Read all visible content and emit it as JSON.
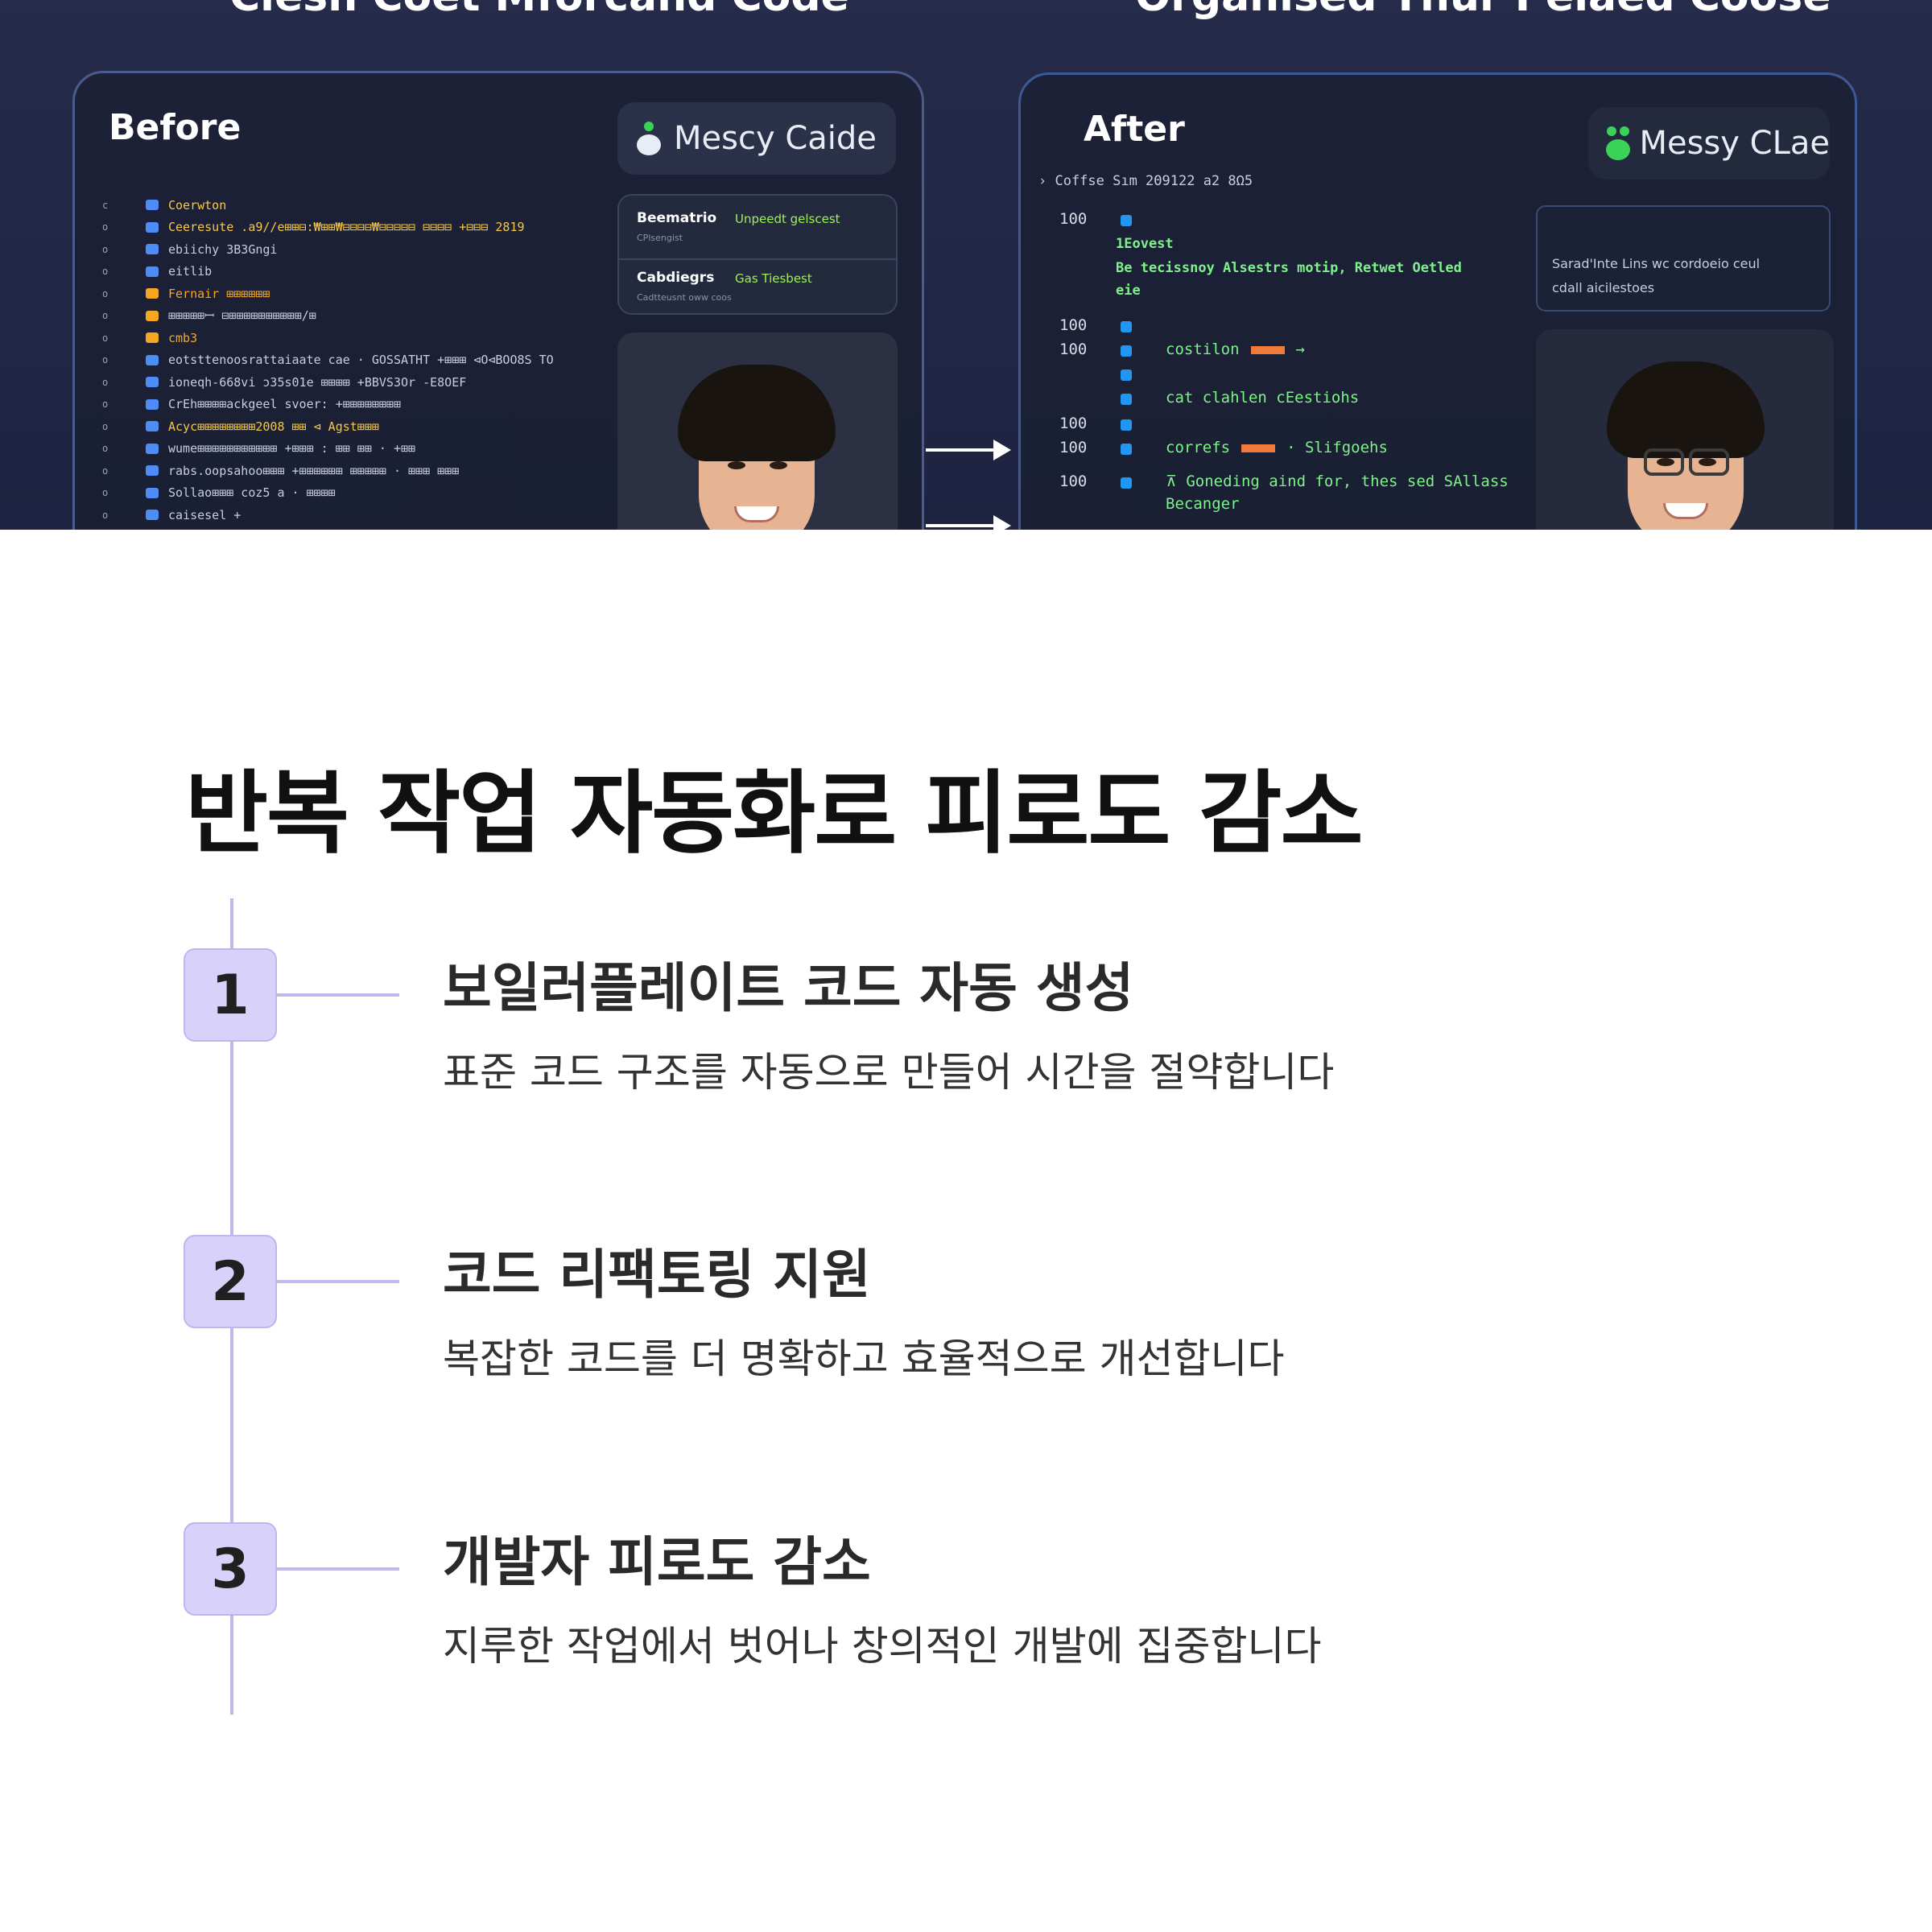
{
  "hero": {
    "left_heading": "Clesn Coet Mforcand Code",
    "right_heading": "Organised Thur Pelaed Coose",
    "before": {
      "title": "Before",
      "badge": "Mescy Caide",
      "code_lines": [
        {
          "n": "c",
          "color": "#4f8cf5",
          "text": "Coerwton",
          "tcolor": "#f5c84a"
        },
        {
          "n": "o",
          "color": "#4f8cf5",
          "text": "Ceeresute .a9//e⊞⊞⊟:₩⊞⊞₩⊟⊟⊟⊟₩⊟⊟⊟⊟⊟ ⊟⊟⊟⊟ +⊟⊟⊟ 2819",
          "tcolor": "#f5c84a"
        },
        {
          "n": "o",
          "color": "#4f8cf5",
          "text": "ebiichy 3B3Gngi",
          "tcolor": "#c8cee0"
        },
        {
          "n": "o",
          "color": "#4f8cf5",
          "text": "eitlib",
          "tcolor": "#c8cee0"
        },
        {
          "n": "o",
          "color": "#f5a623",
          "text": "Fernair ⊞⊞⊞⊞⊞⊞",
          "tcolor": "#f5a623"
        },
        {
          "n": "o",
          "color": "#f5a623",
          "text": "⊞⊞⊞⊞⊞ꟷ ⊟⊞⊞⊞⊞⊞⊞⊞⊞⊞⊞/⊞",
          "tcolor": "#c8cee0"
        },
        {
          "n": "o",
          "color": "#f5a623",
          "text": "cmb3",
          "tcolor": "#f5a623"
        },
        {
          "n": "o",
          "color": "#4f8cf5",
          "text": "eotsttenoosrattaiaate cae · GOSSATHT +⊞⊞⊞ ⊲O⊲BOO8S TO",
          "tcolor": "#c8cee0"
        },
        {
          "n": "o",
          "color": "#4f8cf5",
          "text": "ioneqh-668vi ɔ35s01e ⊞⊞⊞⊞ +BBVS3Or -E8OEF",
          "tcolor": "#c8cee0"
        },
        {
          "n": "o",
          "color": "#4f8cf5",
          "text": "CrEh⊞⊞⊞⊞ackgeel    svoer: +⊞⊞⊞⊞⊞⊞⊞⊞",
          "tcolor": "#c8cee0"
        },
        {
          "n": "o",
          "color": "#4f8cf5",
          "text": "Acyc⊞⊞⊞⊞⊞⊞⊞⊞2008 ⊞⊞ ⊲ Agst⊞⊞⊞",
          "tcolor": "#f5c84a"
        },
        {
          "n": "o",
          "color": "#4f8cf5",
          "text": "wume⊞⊞⊞⊞⊞⊞⊞⊞⊞⊞⊞ +⊞⊞⊞ : ⊞⊞ ⊞⊞ · +⊞⊞",
          "tcolor": "#c8cee0"
        },
        {
          "n": "o",
          "color": "#4f8cf5",
          "text": "rabs.oopsahoo⊞⊞⊞ +⊞⊞⊞⊞⊞⊞ ⊞⊞⊞⊞⊞ · ⊞⊞⊞ ⊞⊞⊞",
          "tcolor": "#c8cee0"
        },
        {
          "n": "o",
          "color": "#4f8cf5",
          "text": "Sollao⊞⊞⊞ coz5 a · ⊞⊞⊞⊞",
          "tcolor": "#c8cee0"
        },
        {
          "n": "o",
          "color": "#4f8cf5",
          "text": "caisesel +",
          "tcolor": "#c8cee0"
        }
      ],
      "info": {
        "row1_key": "Beematrio",
        "row1_val": "Unpeedt gelscest",
        "row1_sub": "CPlsengist",
        "row2_key": "Cabdiegrs",
        "row2_val": "Gas Tiesbest",
        "row2_sub": "Cadtteusnt oww coos"
      }
    },
    "after": {
      "title": "After",
      "badge": "Messy CLae",
      "path": "›  Coffse   Sım  2Θ9122 a2  8Ω5",
      "code_lines": [
        {
          "n": "100",
          "text": "",
          "sq": true
        },
        {
          "n": "",
          "text": "1Eovest",
          "sq": false,
          "green": true
        },
        {
          "n": "",
          "text": "Be tecissnoy Alsestrs motip, Retwet Oetled",
          "sq": false,
          "green": true
        },
        {
          "n": "",
          "text": "eie",
          "sq": false,
          "green": true
        },
        {
          "n": "100",
          "text": "",
          "sq": true
        },
        {
          "n": "100",
          "text": "costilon",
          "sq": true,
          "orange": "→"
        },
        {
          "n": "",
          "text": "",
          "sq": true
        },
        {
          "n": "",
          "text": "cat clahlen cEestiohs",
          "sq": true
        },
        {
          "n": "100",
          "text": "",
          "sq": true
        },
        {
          "n": "100",
          "text": "correfs",
          "sq": true,
          "orange": "· Slifgoehs"
        },
        {
          "n": "100",
          "text": "⊼ Goneding aind for, thes sed SAllass",
          "sq": true
        },
        {
          "n": "",
          "text": "Becanger",
          "sq": false
        }
      ],
      "note": [
        "Sarad'Inte Lins wc cordoeio ceul",
        "cdall aicilestoes"
      ]
    }
  },
  "page": {
    "title": "반복 작업 자동화로 피로도 감소"
  },
  "steps": [
    {
      "num": "1",
      "title": "보일러플레이트 코드 자동 생성",
      "desc": "표준 코드 구조를 자동으로 만들어 시간을 절약합니다"
    },
    {
      "num": "2",
      "title": "코드 리팩토링 지원",
      "desc": "복잡한 코드를 더 명확하고 효율적으로 개선합니다"
    },
    {
      "num": "3",
      "title": "개발자 피로도 감소",
      "desc": "지루한 작업에서 벗어나 창의적인 개발에 집중합니다"
    }
  ],
  "colors": {
    "accent_badge": "#d8d2fb",
    "timeline": "#c3b8ea",
    "hero_bg": "#262b4a"
  }
}
